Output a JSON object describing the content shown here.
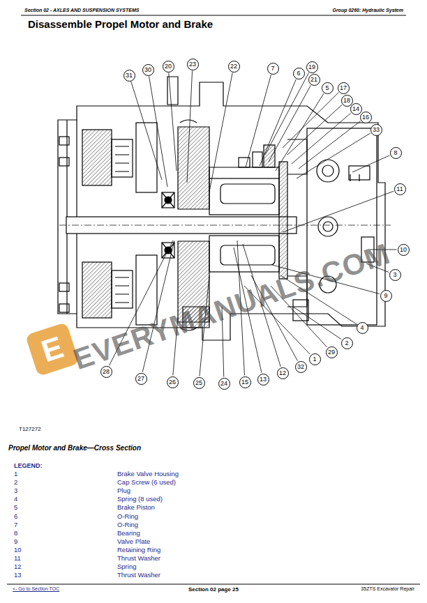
{
  "diagram": {
    "title": "Disassemble Propel Motor and Brake",
    "caption": "Propel Motor and Brake—Cross Section",
    "nodes": [
      {
        "text": [
          "31"
        ]
      },
      {
        "text": [
          "30"
        ]
      },
      {
        "text": [
          "20"
        ]
      },
      {
        "text": [
          "23"
        ]
      },
      {
        "text": [
          "22"
        ]
      },
      {
        "text": [
          "7"
        ]
      },
      {
        "text": [
          "6"
        ]
      },
      {
        "text": [
          "19"
        ]
      },
      {
        "text": [
          "21"
        ]
      },
      {
        "text": [
          "5"
        ]
      },
      {
        "text": [
          "17"
        ]
      },
      {
        "text": [
          "18"
        ]
      },
      {
        "text": [
          "14"
        ]
      },
      {
        "text": [
          "16"
        ]
      },
      {
        "text": [
          "33"
        ]
      },
      {
        "text": [
          "8"
        ]
      },
      {
        "text": [
          "11"
        ]
      },
      {
        "text": [
          "10"
        ]
      },
      {
        "text": [
          "3"
        ]
      },
      {
        "text": [
          "9"
        ]
      },
      {
        "text": [
          "4"
        ]
      },
      {
        "text": [
          "2"
        ]
      },
      {
        "text": [
          "29"
        ]
      },
      {
        "text": [
          "1"
        ]
      },
      {
        "text": [
          "32"
        ]
      },
      {
        "text": [
          "12"
        ]
      },
      {
        "text": [
          "13"
        ]
      },
      {
        "text": [
          "15"
        ]
      },
      {
        "text": [
          "24"
        ]
      },
      {
        "text": [
          "25"
        ]
      },
      {
        "text": [
          "26"
        ]
      },
      {
        "text": [
          "27"
        ]
      },
      {
        "text": [
          "28"
        ]
      }
    ],
    "labels": [
      "Section 02 - AXLES AND SUSPENSION SYSTEMS",
      "Group 0260: Hydraulic System",
      "T127272",
      "LEGEND:",
      "1",
      "Brake Valve Housing",
      "2",
      "Cap Screw (6 used)",
      "3",
      "Plug",
      "4",
      "Spring (8 used)",
      "5",
      "Brake Piston",
      "6",
      "O-Ring",
      "7",
      "O-Ring",
      "8",
      "Bearing",
      "9",
      "Valve Plate",
      "10",
      "Retaining Ring",
      "11",
      "Thrust Washer",
      "12",
      "Spring",
      "13",
      "Thrust Washer",
      "<- Go to Section TOC",
      "Section 02 page 25",
      "35ZTS Excavator Repair",
      "E",
      "EVERYMANUALS.COM"
    ]
  }
}
